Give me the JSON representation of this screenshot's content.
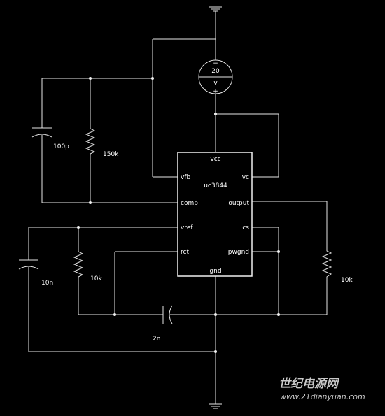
{
  "ic": {
    "name": "uc3844",
    "pins": {
      "vcc": "vcc",
      "vfb": "vfb",
      "vc": "vc",
      "comp": "comp",
      "output": "output",
      "vref": "vref",
      "cs": "cs",
      "rct": "rct",
      "pwgnd": "pwgnd",
      "gnd": "gnd"
    }
  },
  "components": {
    "source_value": "20",
    "source_unit": "v",
    "source_plus": "+",
    "source_minus": "−",
    "cap_100p": "100p",
    "res_150k": "150k",
    "cap_10n": "10n",
    "res_10k_left": "10k",
    "cap_2n": "2n",
    "res_10k_right": "10k"
  },
  "watermark": {
    "brand": "世纪电源网",
    "url": "www.21dianyuan.com"
  }
}
